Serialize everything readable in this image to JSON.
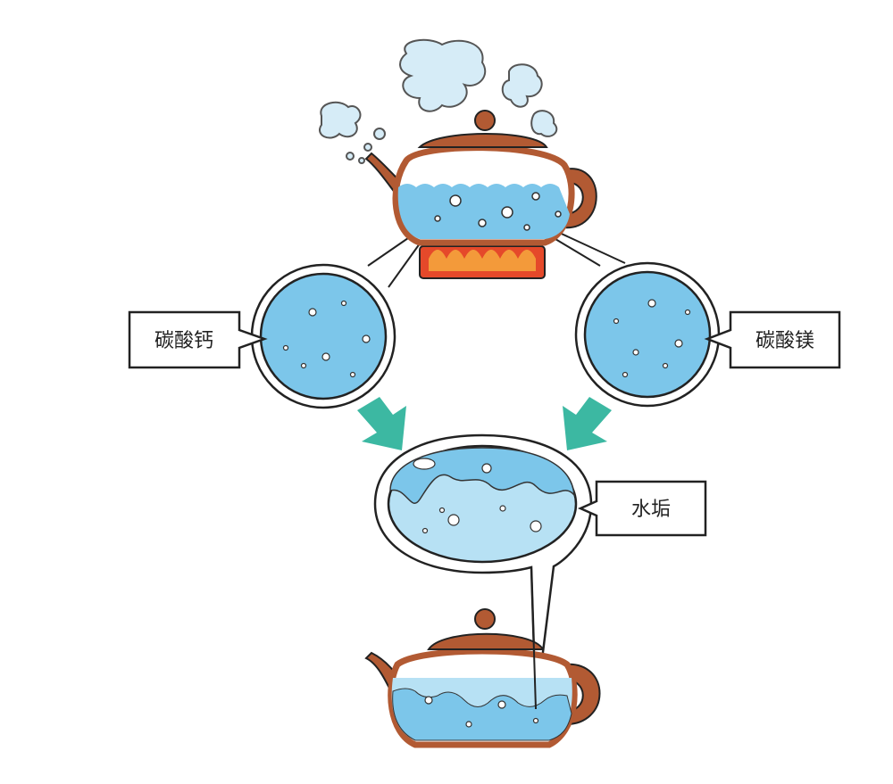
{
  "diagram": {
    "labels": {
      "calcium_carbonate": "碳酸钙",
      "magnesium_carbonate": "碳酸镁",
      "scale": "水垢"
    },
    "colors": {
      "kettle": "#b25a33",
      "water": "#7cc6ea",
      "water_light": "#b7e1f4",
      "steam": "#d6ecf7",
      "arrow": "#3cb8a2",
      "flame": "#e5492a",
      "flame_inner": "#f39a3a"
    }
  }
}
